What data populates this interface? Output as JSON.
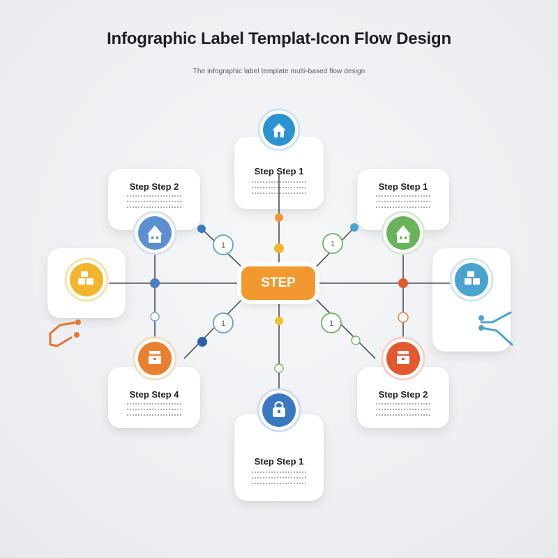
{
  "header": {
    "title": "Infographic Label Templat-Icon Flow Design",
    "subtitle": "The infographic label template multi-based flow design"
  },
  "hub": {
    "label": "STEP",
    "color": "#f1992f"
  },
  "cards": {
    "top": {
      "label": "Step Step 1",
      "icon": "house-icon",
      "color": "#2b93d1"
    },
    "top_left": {
      "label": "Step Step 2",
      "icon": "building-icon",
      "color": "#5b8fd1"
    },
    "top_right": {
      "label": "Step Step 1",
      "icon": "building-icon",
      "color": "#69b35a"
    },
    "left": {
      "label": "",
      "icon": "stack-icon",
      "color": "#f2b62c"
    },
    "right": {
      "label": "",
      "icon": "stack-icon",
      "color": "#4aa3cf"
    },
    "bottom_left": {
      "label": "Step Step 4",
      "icon": "box-icon",
      "color": "#e9802f"
    },
    "bottom_right": {
      "label": "Step Step 2",
      "icon": "box-icon",
      "color": "#e2582f"
    },
    "bottom": {
      "label": "Step Step 1",
      "icon": "bag-icon",
      "color": "#3b78c2"
    }
  },
  "connector_numbers": {
    "upper_left": "1",
    "upper_right": "1",
    "lower_left": "1",
    "lower_right": "1"
  }
}
